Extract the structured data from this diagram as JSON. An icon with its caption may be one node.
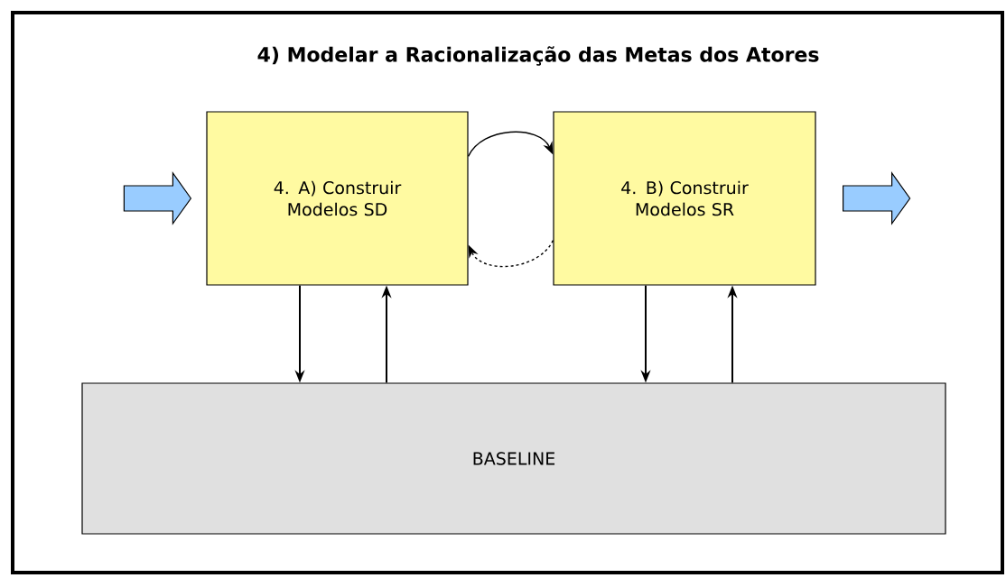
{
  "diagram": {
    "title": "4) Modelar a Racionalização das Metas dos Atores",
    "nodes": [
      {
        "text": [
          "4. A) Construir Modelos SD"
        ]
      },
      {
        "text": [
          "4. B) Construir Modelos SR"
        ]
      },
      {
        "text": [
          "BASELINE"
        ]
      }
    ],
    "edges": [
      {
        "from": null,
        "to": 0,
        "arrow": "to",
        "style": "thick",
        "color": "#99ccff"
      },
      {
        "from": 1,
        "to": null,
        "arrow": "to",
        "style": "thick",
        "color": "#99ccff"
      },
      {
        "from": 0,
        "to": 1,
        "arrow": "to"
      },
      {
        "from": 1,
        "to": 0,
        "arrow": "to",
        "style": "dashed"
      },
      {
        "from": 0,
        "to": 2,
        "arrow": "to"
      },
      {
        "from": 2,
        "to": 0,
        "arrow": "to"
      },
      {
        "from": 1,
        "to": 2,
        "arrow": "to"
      },
      {
        "from": 2,
        "to": 1,
        "arrow": "to"
      }
    ]
  }
}
